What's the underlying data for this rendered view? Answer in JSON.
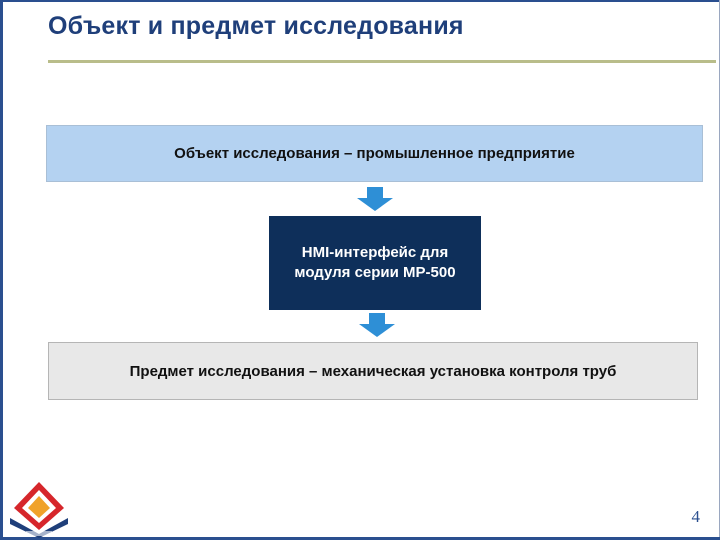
{
  "slide": {
    "title": "Объект и предмет исследования",
    "page_number": "4"
  },
  "flow": {
    "object_box": "Объект исследования – промышленное предприятие",
    "hmi_box": "HMI-интерфейс для модуля серии MP-500",
    "subject_box": "Предмет исследования – механическая установка контроля труб"
  },
  "colors": {
    "title": "#1f3f7a",
    "object_box_fill": "#b4d2f1",
    "hmi_box_fill": "#0e2f5a",
    "subject_box_fill": "#e8e8e8",
    "arrow_fill": "#2e8fd6",
    "accent_border": "#2a4f8f"
  },
  "icons": {
    "arrows": "down-arrow-icon",
    "logo": "company-logo"
  }
}
